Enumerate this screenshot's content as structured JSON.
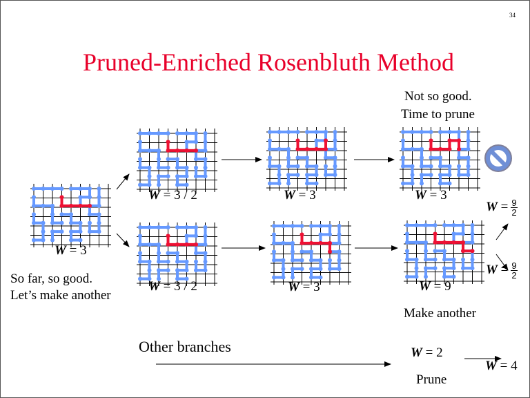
{
  "page_number": "34",
  "title": "Pruned-Enriched Rosenbluth Method",
  "colors": {
    "title": "#e8002a",
    "chain": "#6699ff",
    "growing_end": "#ee1133",
    "prohibit": "#6f8fd6"
  },
  "lattices": [
    {
      "id": "start",
      "label_w": "W",
      "label_eq": "= 3"
    },
    {
      "id": "top-1",
      "label_w": "W",
      "label_eq": "= 3 / 2"
    },
    {
      "id": "top-2",
      "label_w": "W",
      "label_eq": "= 3"
    },
    {
      "id": "top-3",
      "label_w": "W",
      "label_eq": "= 3"
    },
    {
      "id": "bottom-1",
      "label_w": "W",
      "label_eq": "= 3 / 2"
    },
    {
      "id": "bottom-2",
      "label_w": "W",
      "label_eq": "= 3"
    },
    {
      "id": "bottom-3",
      "label_w": "W",
      "label_eq": "= 9"
    }
  ],
  "notes": {
    "so_far_line1": "So far, so good.",
    "so_far_line2": "Let’s make another",
    "not_so_good_line1": "Not so good.",
    "not_so_good_line2": "Time to prune",
    "make_another": "Make another",
    "other_branches": "Other branches",
    "prune": "Prune"
  },
  "enriched": {
    "w": "W",
    "eq": "=",
    "num": "9",
    "den": "2"
  },
  "pruned": {
    "w": "W",
    "eq_before": "= 2",
    "eq_after": "= 4"
  }
}
